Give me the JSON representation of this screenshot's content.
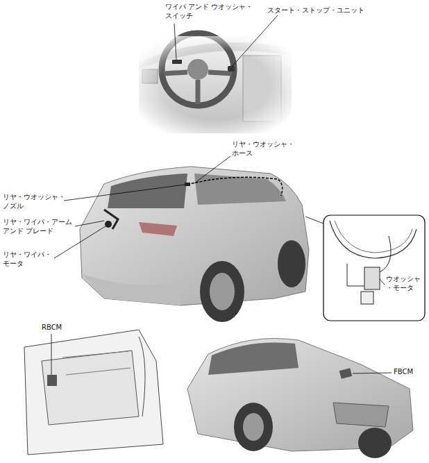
{
  "diagram": {
    "labels": [
      "ワイパ アンド ウオッシャ・ スイッチ",
      "スタート・ストップ・ユニット",
      "リヤ・ウオッシャ・ ホース",
      "リヤ・ウオッシャ・ ノズル",
      "リヤ・ワイパ・アーム アンド ブレード",
      "リヤ・ワイパ・ モータ",
      "ウオッシャ ・モータ",
      "RBCM",
      "FBCM"
    ]
  }
}
